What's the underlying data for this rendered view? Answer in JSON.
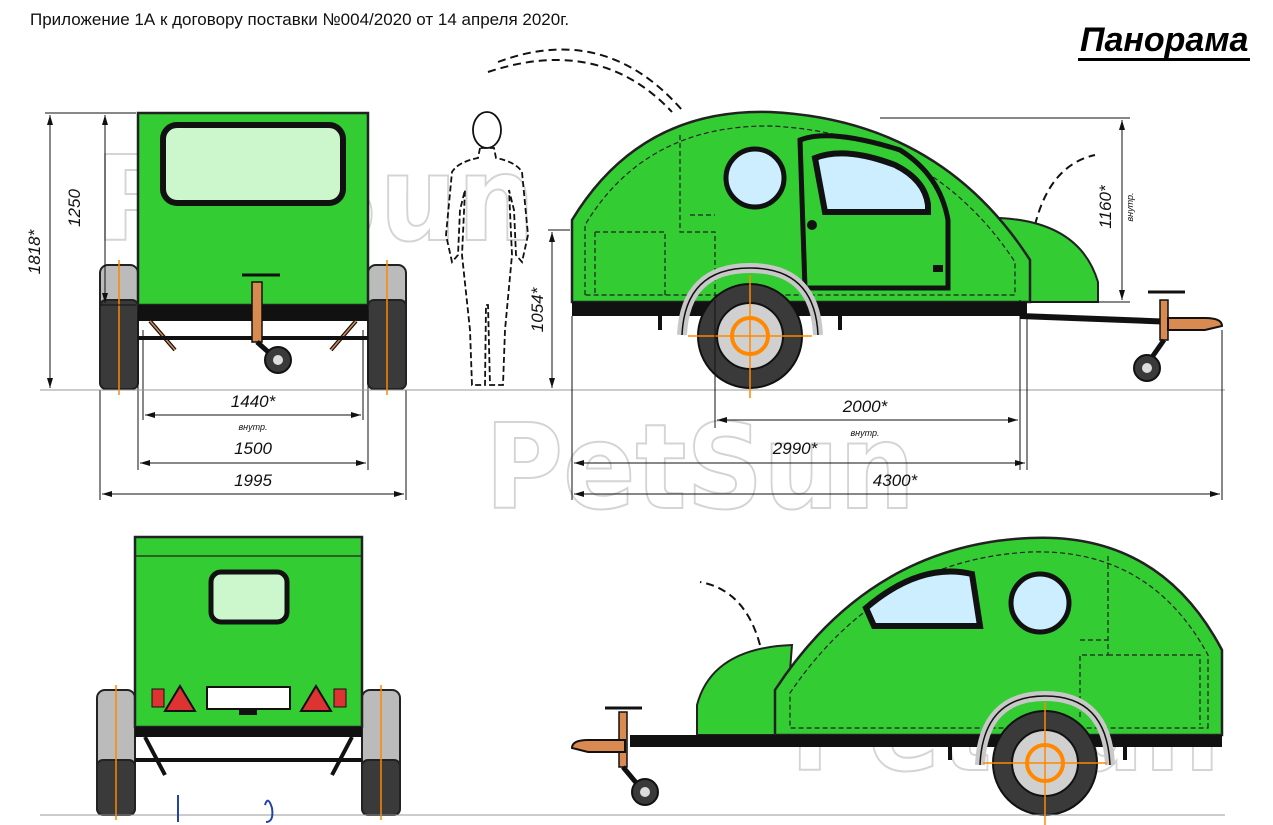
{
  "header": {
    "title": "Приложение 1А к договору поставки №004/2020 от 14 апреля 2020г.",
    "brand": "Панорама"
  },
  "watermark": "PetSun",
  "colors": {
    "body": "#33cc33",
    "window": "#ccf7cc",
    "porthole": "#cceeff",
    "tire": "#3a3a3a",
    "hub_accent": "#ff8800",
    "fender": "#c8c8c8",
    "jack": "#d98a50"
  },
  "dimensions": {
    "front_total_height": "1818*",
    "front_body_height": "1250",
    "front_inner_width": "1440*",
    "front_inner_note": "внутр.",
    "front_body_width": "1500",
    "front_total_width": "1995",
    "side_floor_height": "1054*",
    "side_inner_height": "1160*",
    "side_inner_height_note": "внутр.",
    "side_inner_length": "2000*",
    "side_inner_length_note": "внутр.",
    "side_body_length": "2990*",
    "side_total_length": "4300*"
  }
}
